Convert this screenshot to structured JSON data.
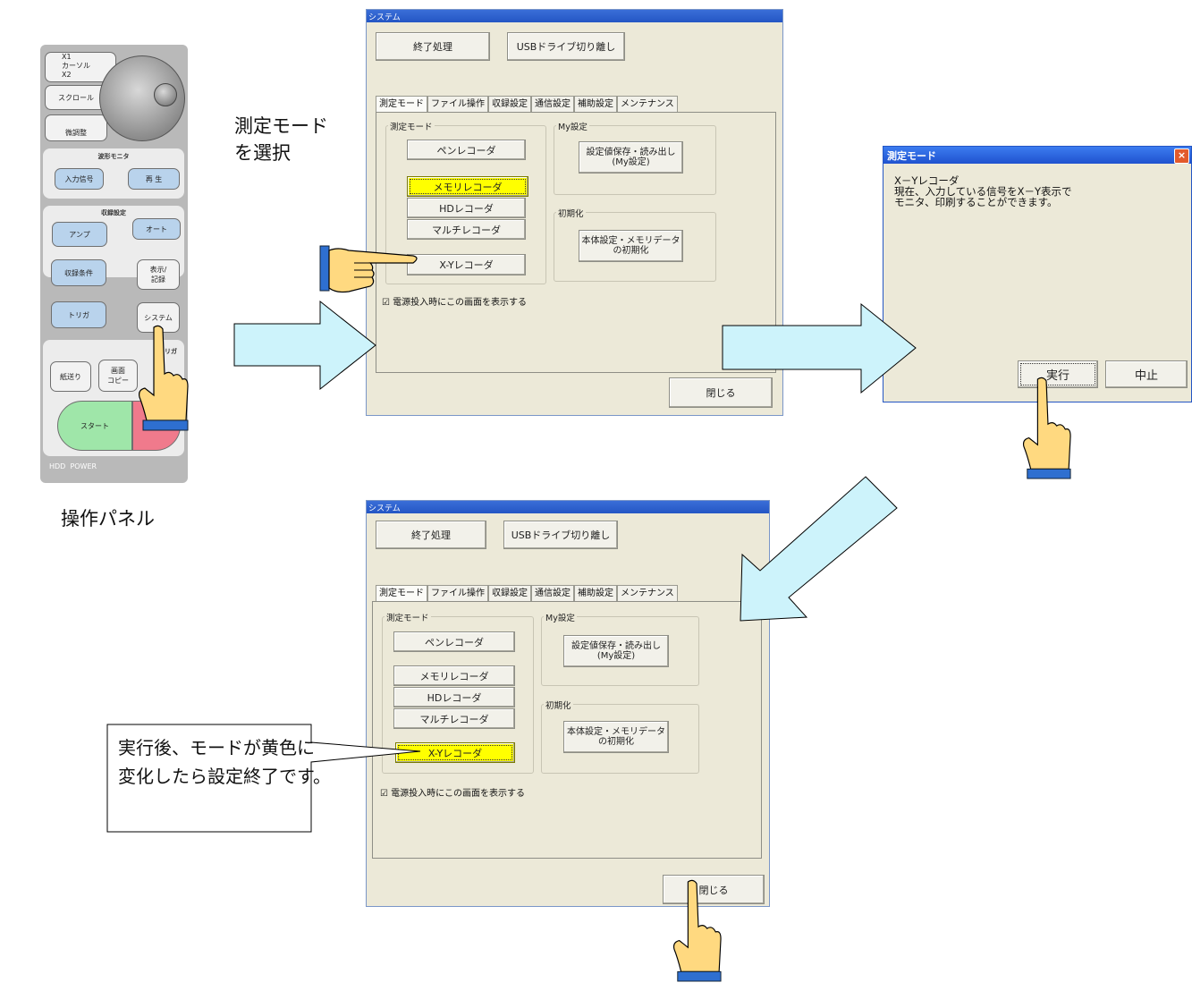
{
  "captions": {
    "select_mode_line1": "測定モード",
    "select_mode_line2": "を選択",
    "operation_panel": "操作パネル",
    "callout_line1": "実行後、モードが黄色に",
    "callout_line2": "変化したら設定終了です。"
  },
  "panel": {
    "x1": "X1",
    "cursor": "カーソル",
    "x2": "X2",
    "scroll": "スクロール",
    "fine_adjust": "微調整",
    "waveform_monitor": "波形モニタ",
    "input_signal": "入力信号",
    "play": "再 生",
    "recording_settings": "収録設定",
    "amp": "アンプ",
    "auto": "オート",
    "rec_conditions": "収録条件",
    "display_record": "表示/\n記録",
    "trigger": "トリガ",
    "system": "システム",
    "trigger2": "トリガ",
    "paper_feed": "紙送り",
    "screen_copy": "画面\nコピー",
    "start": "スタート",
    "hdd": "HDD",
    "power": "POWER"
  },
  "system_window": {
    "title": "システム",
    "shutdown": "終了処理",
    "usb_detach": "USBドライブ切り離し",
    "tabs": [
      "測定モード",
      "ファイル操作",
      "収録設定",
      "通信設定",
      "補助設定",
      "メンテナンス"
    ],
    "group_mode": "測定モード",
    "pen_recorder": "ペンレコーダ",
    "memory_recorder": "メモリレコーダ",
    "hd_recorder": "HDレコーダ",
    "multi_recorder": "マルチレコーダ",
    "xy_recorder": "X-Yレコーダ",
    "group_my": "My設定",
    "save_load": "設定値保存・読み出し\n(My設定)",
    "group_init": "初期化",
    "init_button": "本体設定・メモリデータ\nの初期化",
    "checkbox": "電源投入時にこの画面を表示する",
    "close": "閉じる"
  },
  "mode_dialog": {
    "title": "測定モード",
    "close_x": "×",
    "line1": "X－Yレコーダ",
    "line2": "現在、入力している信号をX－Y表示で",
    "line3": "モニタ、印刷することができます。",
    "execute": "実行",
    "cancel": "中止"
  },
  "colors": {
    "arrow_fill": "#cdf3fb",
    "arrow_stroke": "#000000",
    "highlight": "#ffff00",
    "hand_fill": "#ffd980",
    "cuff": "#2e6fd0",
    "start_button": "#9fe6a9",
    "stop_button": "#f07a8c"
  }
}
